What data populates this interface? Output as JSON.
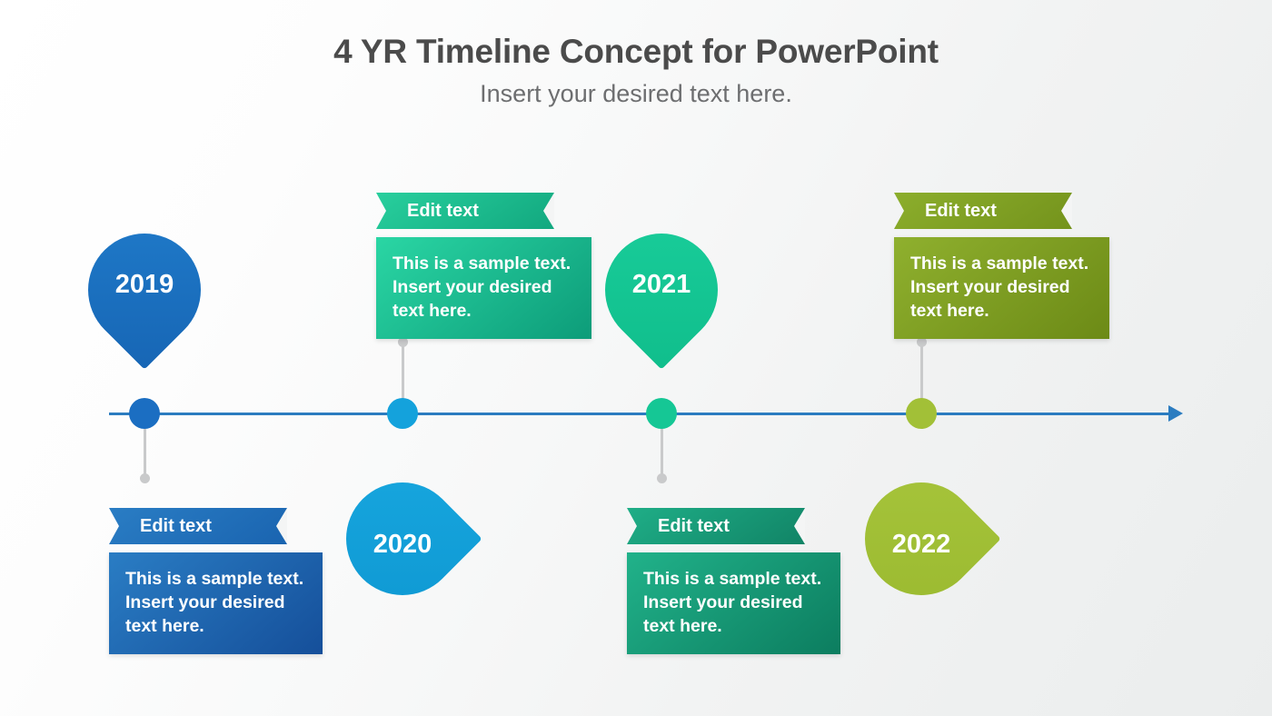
{
  "header": {
    "title": "4 YR Timeline Concept for PowerPoint",
    "subtitle": "Insert your desired text here."
  },
  "colors": {
    "axis": "#2b7cc0",
    "stem": "#c9cacb",
    "title_text": "#4b4b4b",
    "subtitle_text": "#6d6e70",
    "background": "#f4f5f5"
  },
  "timeline": {
    "arrow_icon": "arrow-right-icon",
    "milestones": [
      {
        "year": "2019",
        "position": "above",
        "marker_shape": "teardrop-down",
        "dot_color": "#1b6ec2",
        "pin_color_from": "#1f7ac9",
        "pin_color_to": "#1766b5",
        "card_position": "below",
        "ribbon_label": "Edit text",
        "body_text": "This is a sample text. Insert your desired text here.",
        "card_color_from": "#2a7dc4",
        "card_color_to": "#154f9a",
        "ribbon_color_from": "#2a7dc4",
        "ribbon_color_to": "#1a64b0"
      },
      {
        "year": "2020",
        "position": "below",
        "marker_shape": "teardrop-up",
        "dot_color": "#14a2dc",
        "pin_color_from": "#17a6de",
        "pin_color_to": "#0f99d3",
        "card_position": "above",
        "ribbon_label": "Edit text",
        "body_text": "This is a sample text. Insert your desired text here.",
        "card_color_from": "#2ad6a4",
        "card_color_to": "#0d9c79",
        "ribbon_color_from": "#28cf9d",
        "ribbon_color_to": "#12a87f"
      },
      {
        "year": "2021",
        "position": "above",
        "marker_shape": "teardrop-down",
        "dot_color": "#15c795",
        "pin_color_from": "#19cd9a",
        "pin_color_to": "#10be8c",
        "card_position": "below",
        "ribbon_label": "Edit text",
        "body_text": "This is a sample text. Insert your desired text here.",
        "card_color_from": "#21b28a",
        "card_color_to": "#0c7d5f",
        "ribbon_color_from": "#1fae87",
        "ribbon_color_to": "#118466"
      },
      {
        "year": "2022",
        "position": "below",
        "marker_shape": "teardrop-up",
        "dot_color": "#a2c037",
        "pin_color_from": "#a6c43b",
        "pin_color_to": "#9bba30",
        "card_position": "above",
        "ribbon_label": "Edit text",
        "body_text": "This is a sample text. Insert your desired text here.",
        "card_color_from": "#8fb02e",
        "card_color_to": "#6c8a16",
        "ribbon_color_from": "#8cae2c",
        "ribbon_color_to": "#74931c"
      }
    ]
  }
}
